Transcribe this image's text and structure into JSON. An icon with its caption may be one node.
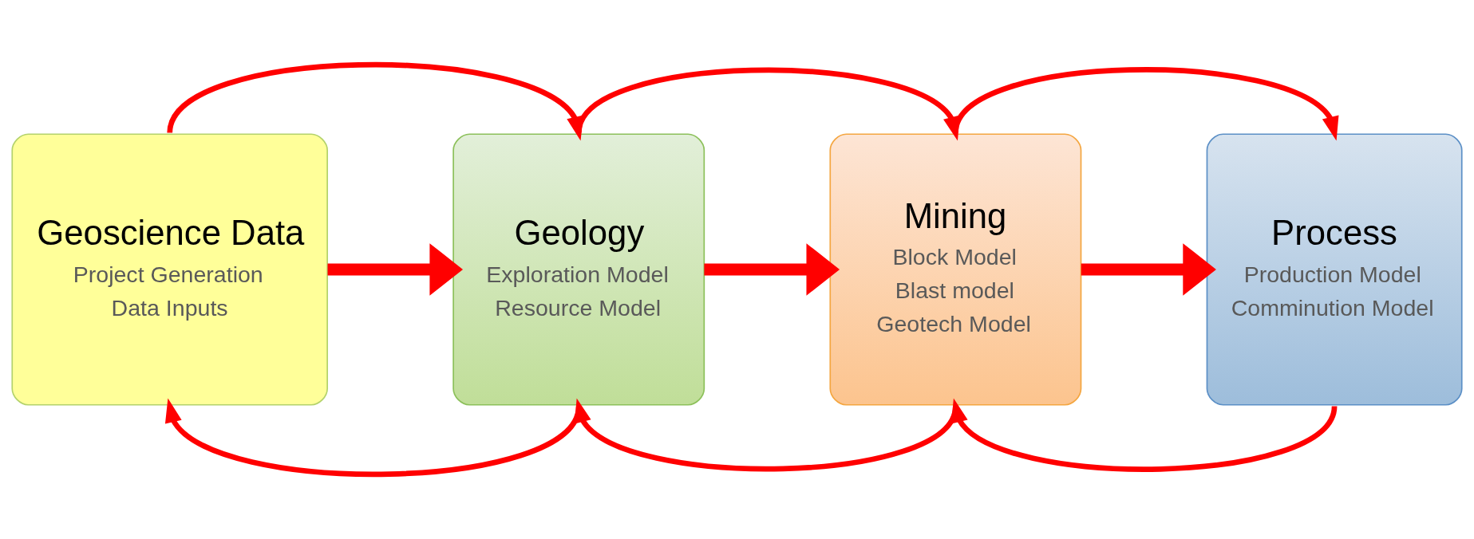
{
  "diagram": {
    "nodes": [
      {
        "text": [
          "Geoscience Data",
          "Project Generation",
          "Data Inputs"
        ]
      },
      {
        "text": [
          "Geology",
          "Exploration Model",
          "Resource Model"
        ]
      },
      {
        "text": [
          "Mining",
          "Block Model",
          "Blast model",
          "Geotech Model"
        ]
      },
      {
        "text": [
          "Process",
          "Production Model",
          "Comminution Model"
        ]
      }
    ],
    "edges": [
      {
        "from": 0,
        "to": 1,
        "arrow": "to",
        "style": "thick"
      },
      {
        "from": 1,
        "to": 2,
        "arrow": "to",
        "style": "thick"
      },
      {
        "from": 2,
        "to": 3,
        "arrow": "to",
        "style": "thick"
      },
      {
        "from": 0,
        "to": 1,
        "arrow": "to"
      },
      {
        "from": 1,
        "to": 2,
        "arrow": "to"
      },
      {
        "from": 2,
        "to": 3,
        "arrow": "to"
      },
      {
        "from": 1,
        "to": 0,
        "arrow": "to"
      },
      {
        "from": 2,
        "to": 1,
        "arrow": "to"
      },
      {
        "from": 3,
        "to": 2,
        "arrow": "to"
      }
    ]
  }
}
